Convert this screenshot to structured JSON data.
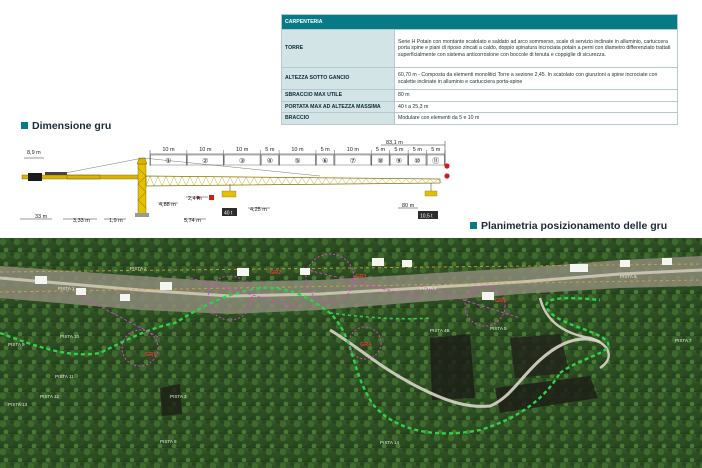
{
  "spec_table": {
    "header": "CARPENTERIA",
    "rows": [
      {
        "label": "TORRE",
        "value": "Serie H Potain con montante scatolato e saldato ad arco sommerso, scale di servizio inclinate in alluminio, cartuccera porta spine e piani di riposo zincati a caldo, doppio spinatura incrociata potain a perni con diametro differenziato trattati superficialmente con sistema anticorrosione con boccole di tenuta e coppiglie di sicurezza."
      },
      {
        "label": "ALTEZZA SOTTO GANCIO",
        "value": "60,70 m - Composta da elementi monolitici Torre a sezione 2,45. In scatolato con giunzioni a spine incrociate con scalette inclinate in alluminio e cartucciera porta-spine"
      },
      {
        "label": "SBRACCIO MAX UTILE",
        "value": "80 m"
      },
      {
        "label": "PORTATA MAX AD ALTEZZA MASSIMA",
        "value": "40 t a 25,3 m"
      },
      {
        "label": "BRACCIO",
        "value": "Modulare con elementi da 5 e 10 m"
      }
    ]
  },
  "section_crane": {
    "title": "Dimensione gru"
  },
  "section_map": {
    "title": "Planimetria posizionamento delle gru"
  },
  "crane_diagram": {
    "segment_lengths": [
      "10 m",
      "10 m",
      "10 m",
      "5 m",
      "10 m",
      "5 m",
      "10 m",
      "5 m",
      "5 m",
      "5 m",
      "5 m"
    ],
    "segment_numbers": [
      "①",
      "②",
      "③",
      "④",
      "⑤",
      "⑥",
      "⑦",
      "⑧",
      "⑨",
      "⑩",
      "⑪"
    ],
    "top_total": "83,1 m",
    "counter_jib": "8,9 m",
    "dims": {
      "d33": "33 m",
      "d333": "3,33 m",
      "d19": "1,9 m",
      "d574": "5,74 m",
      "d488": "4,88 m",
      "d24": "2,4 m",
      "d425": "4,25 m",
      "d80": "80 m"
    },
    "loads": {
      "max": "40 t",
      "tip": "10,5 t"
    }
  },
  "map": {
    "labels": [
      "PISTA 1",
      "PISTA 2",
      "PISTA 3",
      "PISTA 4",
      "PISTA 5",
      "PISTA 6",
      "PISTA 7",
      "PISTA 8",
      "PISTA 9",
      "PISTA 10",
      "PISTA 11",
      "PISTA 12",
      "PISTA 13",
      "PISTA 14",
      "PISTA 4B",
      "GR1",
      "GR2",
      "GR3",
      "GR4",
      "GR5"
    ]
  }
}
